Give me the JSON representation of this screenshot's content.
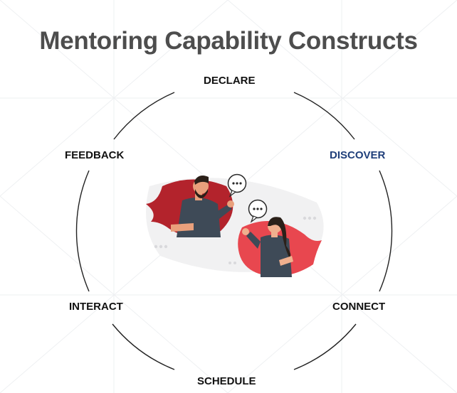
{
  "title": "Mentoring Capability Constructs",
  "stages": {
    "declare": "DECLARE",
    "discover": "DISCOVER",
    "connect": "CONNECT",
    "schedule": "SCHEDULE",
    "interact": "INTERACT",
    "feedback": "FEEDBACK"
  },
  "colors": {
    "title": "#4d4d4d",
    "stage_text": "#111111",
    "highlight_stage": "#1f3f7a",
    "bubble_dark_red": "#b3232c",
    "bubble_red": "#e8474f",
    "cycle_line": "#222222"
  },
  "illustration": {
    "icons": [
      "speech-bubble-icon",
      "chat-dots-icon"
    ],
    "people": [
      "man-mentor",
      "woman-mentee"
    ]
  }
}
